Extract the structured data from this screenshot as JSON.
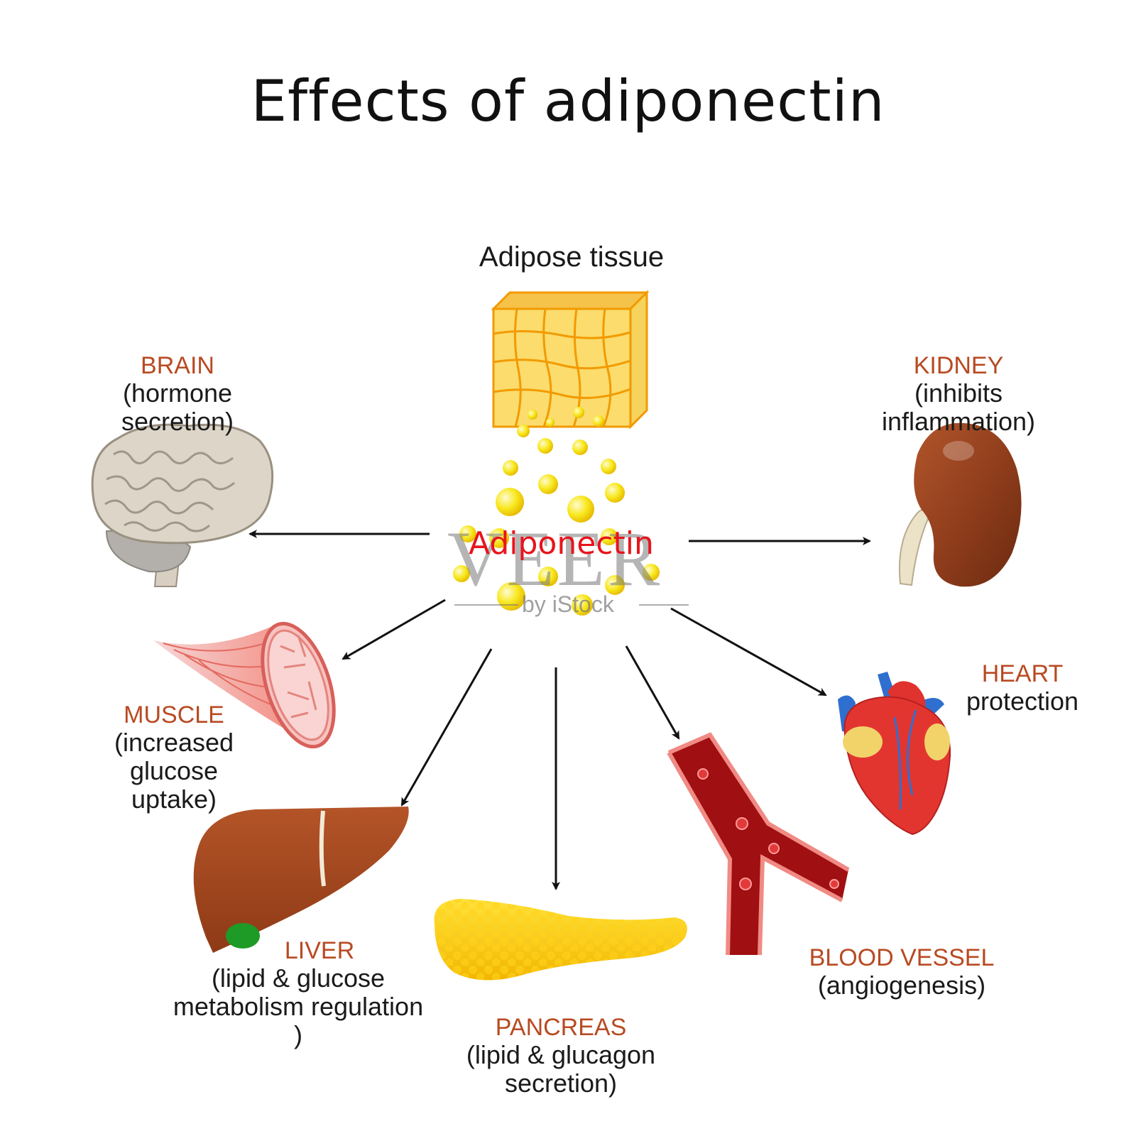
{
  "title": "Effects of adiponectin",
  "source": {
    "label": "Adipose tissue",
    "hormone_label": "Adiponectin"
  },
  "organs": [
    {
      "name": "BRAIN",
      "effect": "(hormone secretion)"
    },
    {
      "name": "KIDNEY",
      "effect": "(inhibits inflammation)"
    },
    {
      "name": "MUSCLE",
      "effect_line1": "(increased glucose",
      "effect_line2": "uptake)"
    },
    {
      "name": "HEART",
      "effect": "protection"
    },
    {
      "name": "LIVER",
      "effect_line1": "(lipid & glucose",
      "effect_line2": "metabolism regulation )"
    },
    {
      "name": "PANCREAS",
      "effect": "(lipid & glucagon secretion)"
    },
    {
      "name": "BLOOD VESSEL",
      "effect": "(angiogenesis)"
    }
  ],
  "watermark": {
    "brand": "VEER",
    "byline": "by iStock"
  },
  "colors": {
    "organ_name": "#b84a22",
    "hormone": "#e8141c",
    "droplet": "#f5e61c"
  }
}
